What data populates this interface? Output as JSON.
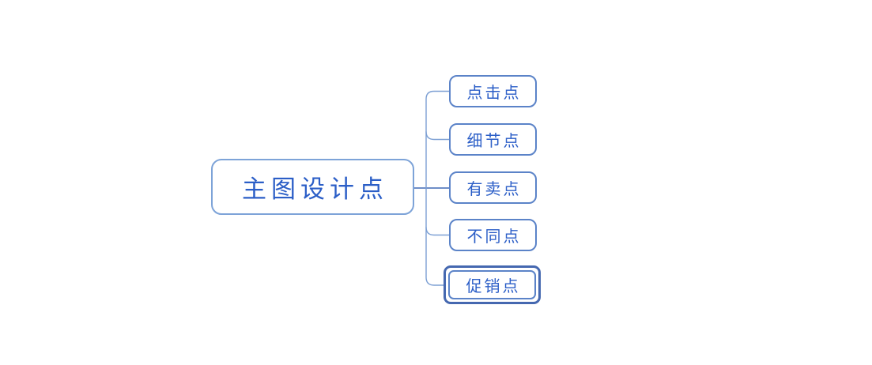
{
  "diagram": {
    "type": "mindmap",
    "root": {
      "label": "主图设计点"
    },
    "children": [
      {
        "label": "点击点",
        "selected": false
      },
      {
        "label": "细节点",
        "selected": false
      },
      {
        "label": "有卖点",
        "selected": false
      },
      {
        "label": "不同点",
        "selected": false
      },
      {
        "label": "促销点",
        "selected": true
      }
    ],
    "colors": {
      "root_border": "#7da3d8",
      "node_border": "#5b83c8",
      "text": "#2b5ec7",
      "connector": "#7da0d4",
      "connector_dark": "#3f69b6",
      "selection": "#4568b0",
      "canvas_bg": "#ffffff"
    }
  }
}
